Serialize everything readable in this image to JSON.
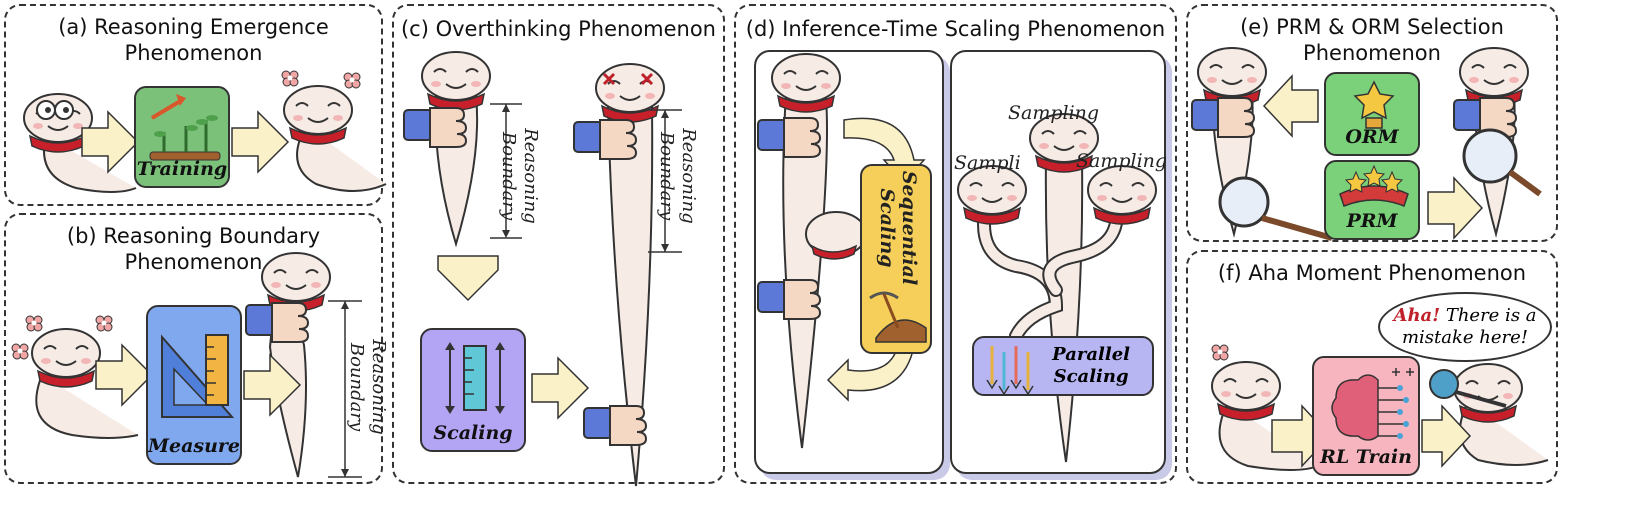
{
  "panels": {
    "a": {
      "title_line1": "(a) Reasoning Emergence",
      "title_line2": "Phenomenon",
      "box_label": "Training"
    },
    "b": {
      "title_line1": "(b) Reasoning Boundary",
      "title_line2": "Phenomenon",
      "box_label": "Measure",
      "boundary_l1": "Reasoning",
      "boundary_l2": "Boundary"
    },
    "c": {
      "title": "(c) Overthinking Phenomenon",
      "box_label": "Scaling",
      "boundary_l1": "Reasoning",
      "boundary_l2": "Boundary",
      "boundary2_l1": "Reasoning",
      "boundary2_l2": "Boundary"
    },
    "d": {
      "title": "(d) Inference-Time Scaling Phenomenon",
      "seq_l1": "Sequential",
      "seq_l2": "Scaling",
      "par_l1": "Parallel",
      "par_l2": "Scaling",
      "sampling_top": "Sampling",
      "sampling_left": "Sampli",
      "sampling_right": "Sampling"
    },
    "e": {
      "title_line1": "(e) PRM & ORM Selection",
      "title_line2": "Phenomenon",
      "orm_label": "ORM",
      "prm_label": "PRM"
    },
    "f": {
      "title": "(f) Aha Moment Phenomenon",
      "box_label": "RL Train",
      "bubble_aha": "Aha!",
      "bubble_rest1": " There is a",
      "bubble_rest2": "mistake here!"
    }
  },
  "colors": {
    "training_box": "#7cc17a",
    "measure_box": "#7fa8ef",
    "scaling_box": "#b4a4f4",
    "sequential_box": "#f5cf5a",
    "parallel_box": "#b7b6f3",
    "orm_box": "#7bd07a",
    "prm_box": "#7bd07a",
    "rl_box": "#f7b6bf",
    "arrow_fill": "#fbf1c8",
    "snake_body": "#f7ebe6",
    "scarf": "#c8202a",
    "hand": "#f5d8c4",
    "sleeve": "#5d79d8",
    "accent_red": "#c0202a"
  },
  "icons": [
    "snake-icon",
    "sprout-chart-icon",
    "ruler-triangle-icon",
    "ruler-arrows-icon",
    "pickaxe-dirt-icon",
    "parallel-arrows-icon",
    "trophy-icon",
    "stars-ribbon-icon",
    "brain-circuit-icon",
    "magnifier-icon",
    "bone-icon",
    "flower-icon",
    "hand-icon",
    "dead-eyes-icon"
  ]
}
